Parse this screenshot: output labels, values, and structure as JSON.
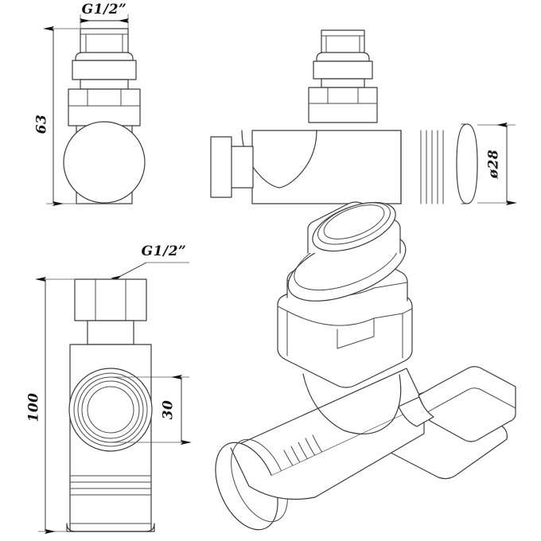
{
  "drawing": {
    "title": "Radiator valve — technical dimension drawing",
    "background_color": "#ffffff",
    "line_color": "#3a3a3a",
    "text_color": "#111111",
    "units": "mm",
    "views": [
      {
        "id": "top-left",
        "name": "front-elevation-view",
        "label": ""
      },
      {
        "id": "top-right",
        "name": "side-elevation-view",
        "label": ""
      },
      {
        "id": "bottom-left",
        "name": "plan-view",
        "label": ""
      },
      {
        "id": "bottom-right",
        "name": "isometric-view",
        "label": ""
      }
    ]
  },
  "dimensions": {
    "thread_top_left": {
      "value": "G1/2”",
      "orientation": "horizontal",
      "view": "top-left"
    },
    "height_63": {
      "value": "63",
      "orientation": "vertical",
      "view": "top-left"
    },
    "diameter_28": {
      "value": "ø28",
      "orientation": "vertical",
      "view": "top-right"
    },
    "thread_bottom_left": {
      "value": "G1/2”",
      "orientation": "horizontal",
      "view": "bottom-left"
    },
    "length_100": {
      "value": "100",
      "orientation": "vertical",
      "view": "bottom-left"
    },
    "offset_30": {
      "value": "30",
      "orientation": "vertical",
      "view": "bottom-left"
    }
  }
}
